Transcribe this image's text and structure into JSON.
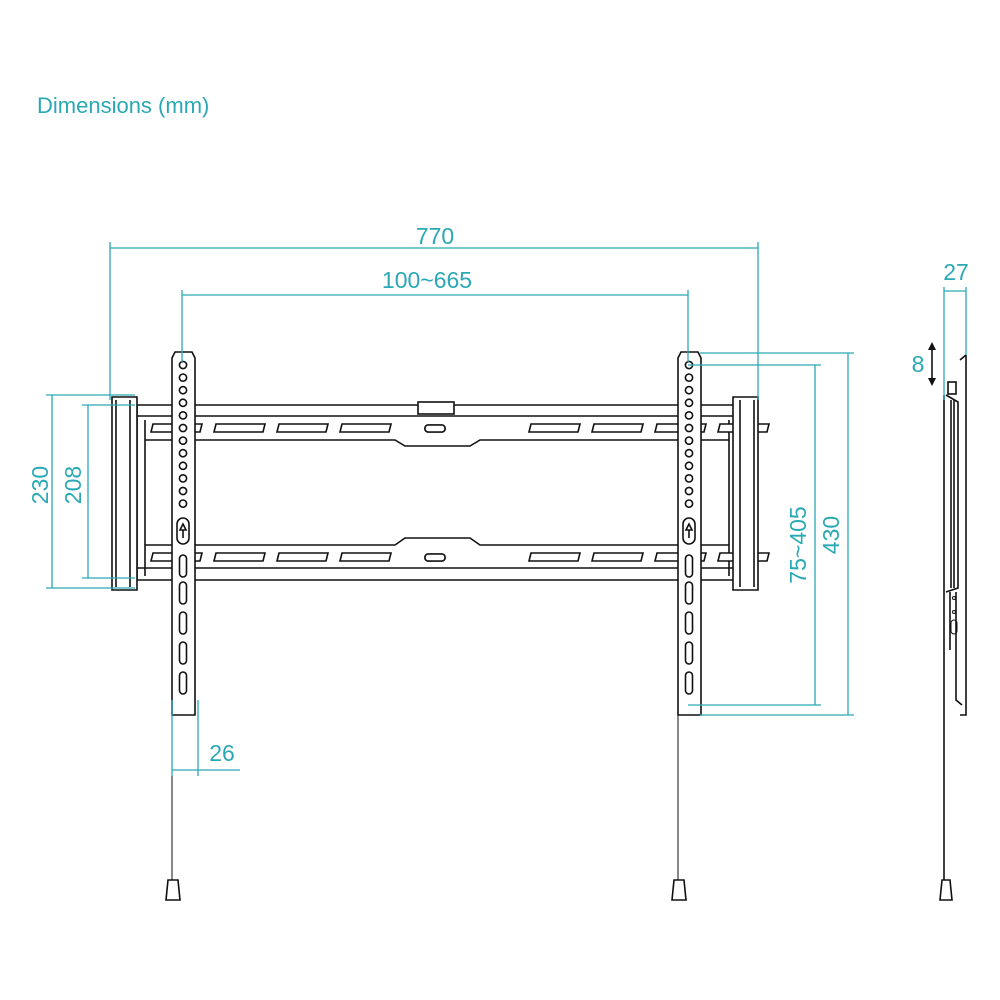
{
  "title": "Dimensions (mm)",
  "dimensions": {
    "overall_width": "770",
    "vesa_horizontal": "100~665",
    "bracket_height": "230",
    "rail_height": "208",
    "vesa_vertical": "75~405",
    "arm_height": "430",
    "arm_width": "26",
    "wall_distance": "27",
    "height_adjust": "8"
  },
  "colors": {
    "dimension": "#2aa9b4",
    "outline": "#111111"
  }
}
